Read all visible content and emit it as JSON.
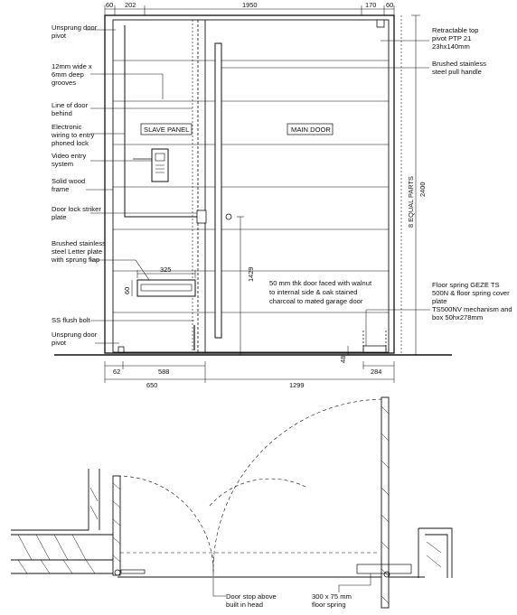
{
  "dimensions": {
    "d60_left": "60",
    "d202": "202",
    "d1950": "1950",
    "d170": "170",
    "d60_right": "60",
    "d2400": "2400",
    "d8eq": "8 EQUAL PARTS",
    "d1429": "1429",
    "d325": "325",
    "d60_plate": "60",
    "d48": "48",
    "d62": "62",
    "d588": "588",
    "d284": "284",
    "d650": "650",
    "d1299": "1299"
  },
  "panels": {
    "slave": "SLAVE PANEL",
    "main": "MAIN DOOR"
  },
  "labels_left": [
    [
      "Unsprung door",
      "pivot"
    ],
    [
      "12mm wide x",
      "6mm deep",
      "grooves"
    ],
    [
      "Line of door",
      "behind"
    ],
    [
      "Electronic",
      "wiring to entry",
      "phoned lock"
    ],
    [
      "Video entry",
      "system"
    ],
    [
      "Solid wood",
      "frame"
    ],
    [
      "Door lock striker",
      "plate"
    ],
    [
      "Brushed stainless",
      "steel Letter plate",
      "with sprung flap"
    ],
    [
      "SS flush bolt"
    ],
    [
      "Unsprung door",
      "pivot"
    ]
  ],
  "labels_right": [
    [
      "Retractable top",
      "pivot PTP 21",
      "23hx140mm"
    ],
    [
      "Brushed stainless",
      "steel pull handle"
    ],
    [
      "Floor spring GEZE TS",
      "500N & floor spring cover",
      "plate",
      "TS500NV mechanism and",
      "box 50hx278mm"
    ]
  ],
  "note_center": [
    "50 mm thk door faced with walnut",
    "to internal side & oak stained",
    "charcoal to mated garage door"
  ],
  "plan_labels": {
    "door_stop": [
      "Door stop above",
      "built in head"
    ],
    "floor_spring": [
      "300 x 75 mm",
      "floor spring"
    ]
  }
}
